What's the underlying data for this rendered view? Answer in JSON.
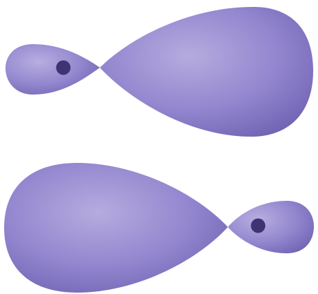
{
  "diagram": {
    "orbitals": [
      {
        "id": "top",
        "small_lobe_side": "left",
        "large_lobe_side": "right",
        "has_nucleus": true
      },
      {
        "id": "bottom",
        "small_lobe_side": "right",
        "large_lobe_side": "left",
        "has_nucleus": true
      }
    ],
    "colors": {
      "lobe_fill_light": "#b3a8dc",
      "lobe_fill_mid": "#8f83cc",
      "lobe_fill_dark": "#6f62b2",
      "nucleus": "#3f3373",
      "background": "#ffffff"
    }
  }
}
